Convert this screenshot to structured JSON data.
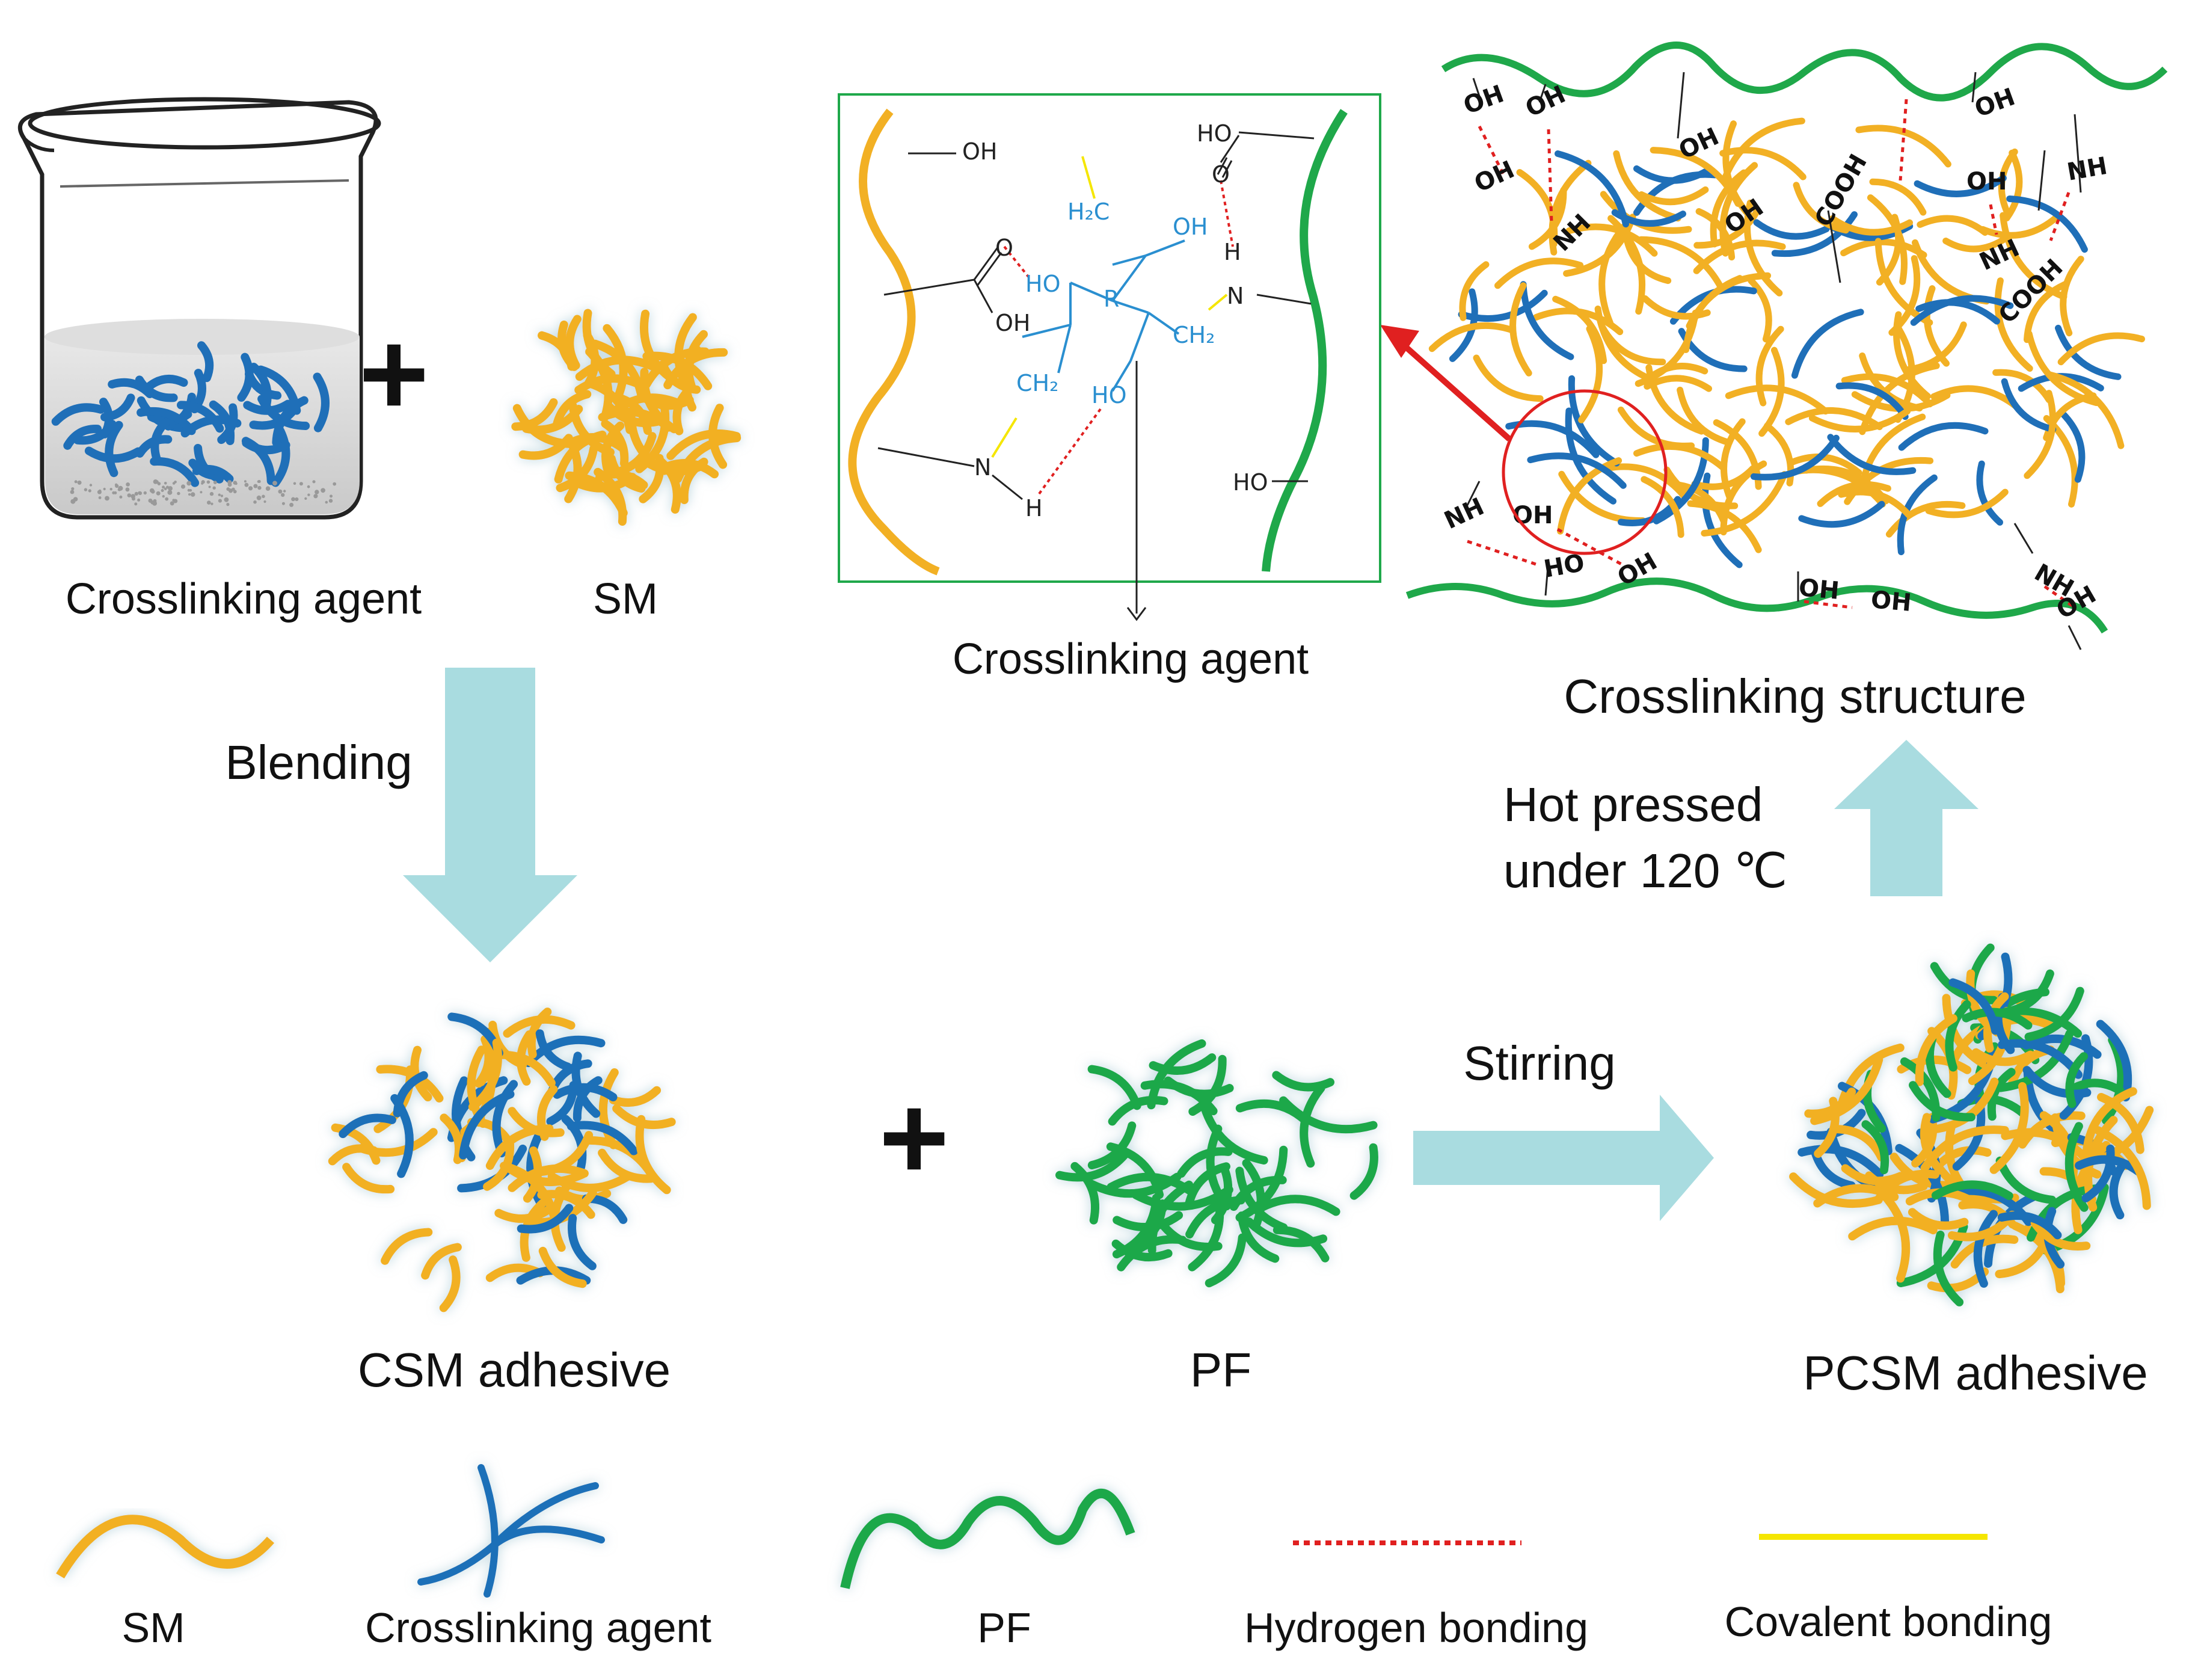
{
  "labels": {
    "crosslinking_agent_left": "Crosslinking agent",
    "sm_top": "SM",
    "plus1": "+",
    "plus2": "+",
    "blending": "Blending",
    "csm_adhesive": "CSM adhesive",
    "pf": "PF",
    "stirring": "Stirring",
    "pcsm_adhesive": "PCSM adhesive",
    "hot_pressed_1": "Hot pressed",
    "hot_pressed_2": "under 120 ℃",
    "crosslinking_structure": "Crosslinking structure",
    "crosslinking_agent_inset": "Crosslinking agent"
  },
  "inset": {
    "oh_top_left": "OH",
    "ho_top_right": "HO",
    "o_top_right": "O",
    "o_left": "O",
    "oh_left_acid": "OH",
    "ho_mid": "HO",
    "h2c": "H₂C",
    "oh_center": "OH",
    "r": "R",
    "h_right": "H",
    "n_right": "N",
    "ch2_right": "CH₂",
    "ch2_left": "CH₂",
    "ho_lower": "HO",
    "n_left": "N",
    "h_bottom": "H",
    "ho_right_bottom": "HO"
  },
  "structure": {
    "groups": [
      "OH",
      "OH",
      "OH",
      "OH",
      "COOH",
      "OH",
      "OH",
      "OH",
      "NH",
      "NH",
      "COOH",
      "NH",
      "NH",
      "HO",
      "OH",
      "OH",
      "OH",
      "NH",
      "OH",
      "OH"
    ]
  },
  "legend": {
    "sm": "SM",
    "crosslinking_agent": "Crosslinking agent",
    "pf": "PF",
    "hydrogen_bonding": "Hydrogen bonding",
    "covalent_bonding": "Covalent bonding"
  },
  "colors": {
    "sm": "#F2B024",
    "crosslinking_agent": "#1F6FB8",
    "pf": "#1FA84A",
    "hydrogen": "#E02020",
    "covalent": "#F5E600",
    "arrow_fill": "#A9DCE0"
  }
}
